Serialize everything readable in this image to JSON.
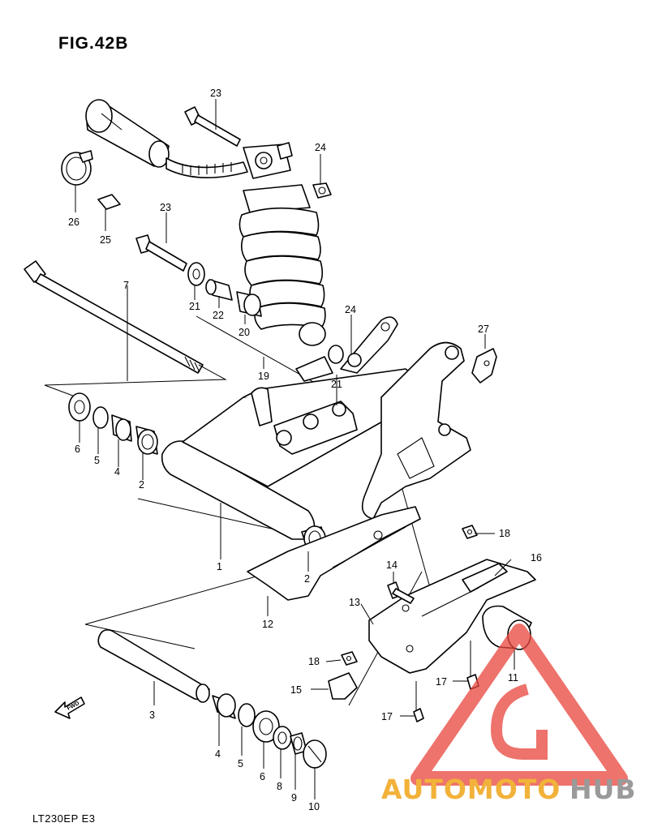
{
  "figure": {
    "title": "FIG.42B",
    "model": "LT230EP  E3"
  },
  "fwd_label": "FWD",
  "watermark": {
    "part1": "AUTOMOTO",
    "part2": "HUB",
    "color1": "#f2b23a",
    "color2": "#9a9a9a",
    "logo_color": "#e8453c"
  },
  "callouts": {
    "c1": "1",
    "c2a": "2",
    "c2b": "2",
    "c3": "3",
    "c4a": "4",
    "c4b": "4",
    "c5a": "5",
    "c5b": "5",
    "c6a": "6",
    "c6b": "6",
    "c7": "7",
    "c8": "8",
    "c9": "9",
    "c10": "10",
    "c11": "11",
    "c12": "12",
    "c13": "13",
    "c14": "14",
    "c15": "15",
    "c16": "16",
    "c17a": "17",
    "c17b": "17",
    "c18a": "18",
    "c18b": "18",
    "c19": "19",
    "c20": "20",
    "c21a": "21",
    "c21b": "21",
    "c22": "22",
    "c23a": "23",
    "c23b": "23",
    "c24a": "24",
    "c24b": "24",
    "c25": "25",
    "c26": "26",
    "c27": "27"
  }
}
